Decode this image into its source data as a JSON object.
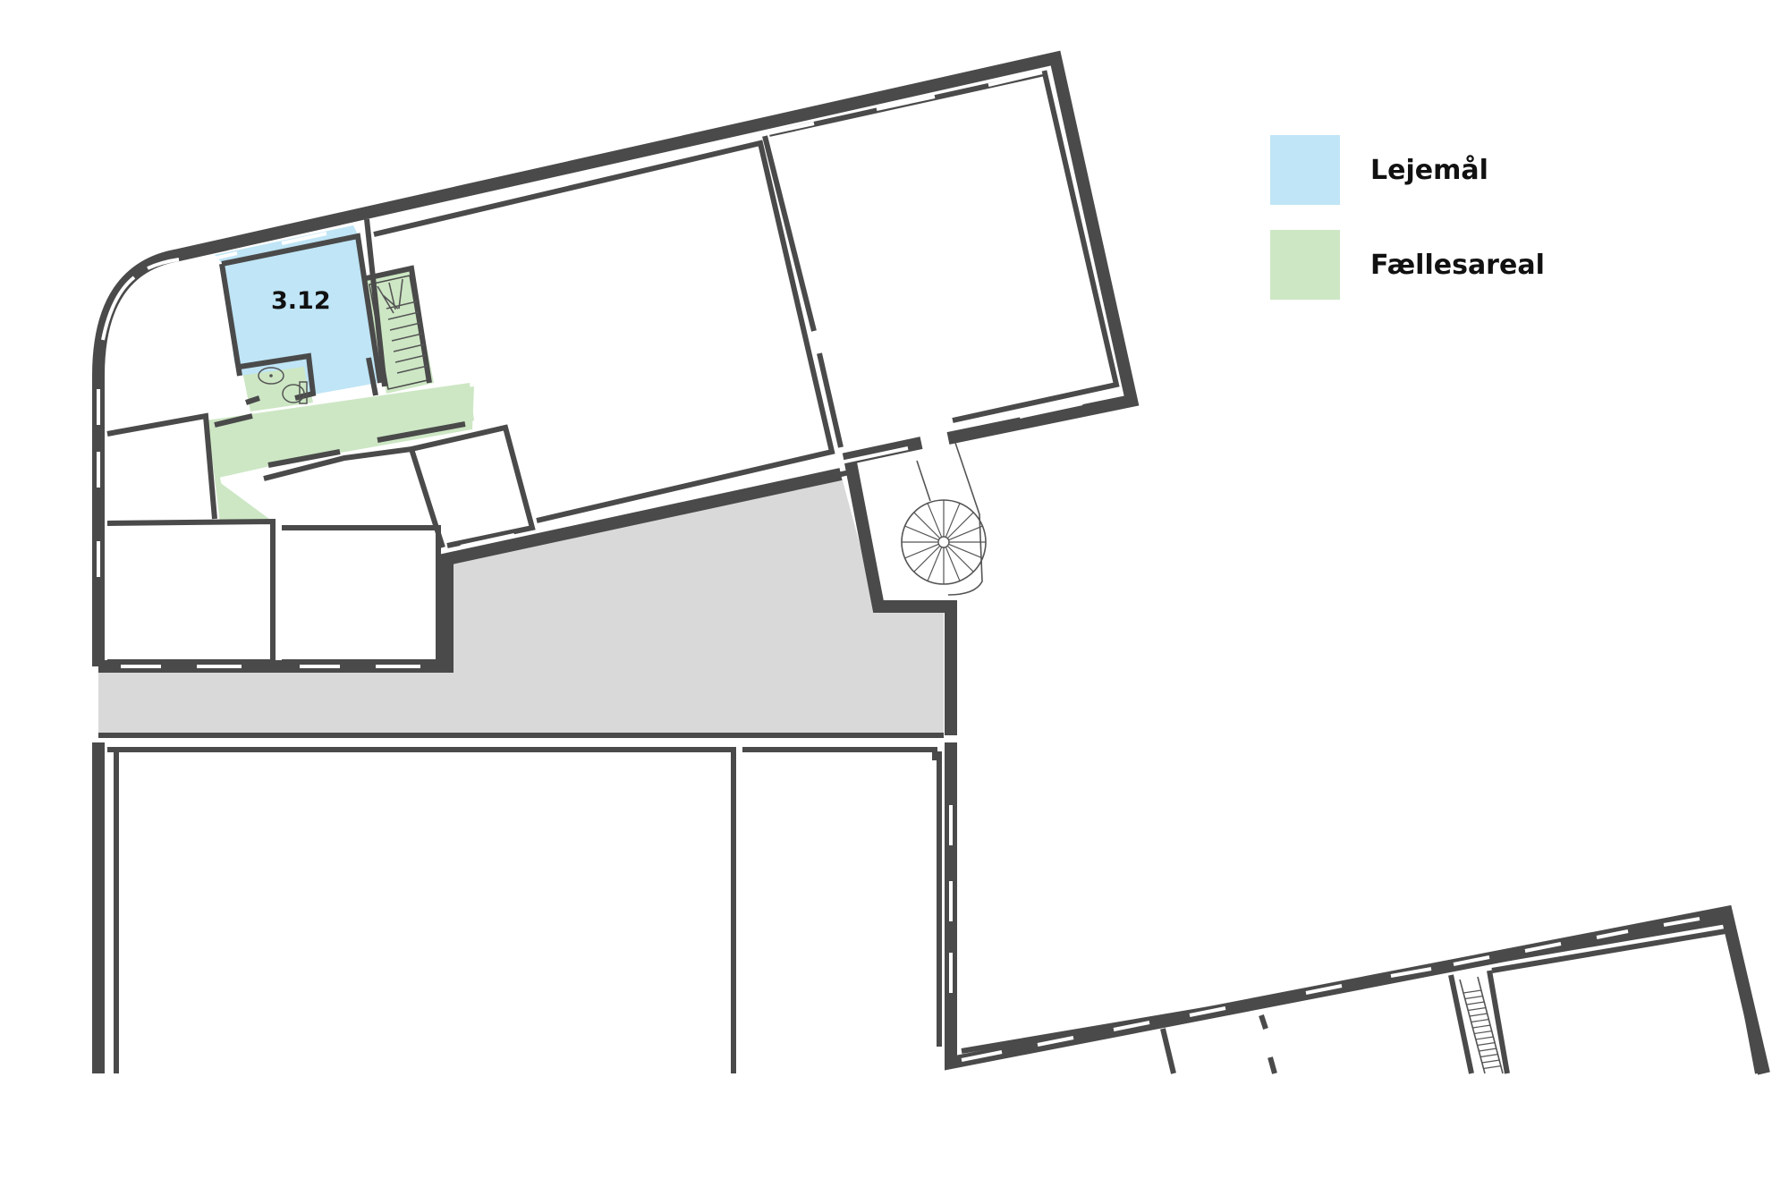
{
  "legend": {
    "items": [
      {
        "label": "Lejemål",
        "color": "#bfe5f6"
      },
      {
        "label": "Fællesareal",
        "color": "#cde7c4"
      }
    ]
  },
  "plan": {
    "unit_label": "3.12",
    "colors": {
      "lease": "#bfe5f6",
      "common": "#cde7c4",
      "courtyard": "#d9d9d9",
      "wall": "#4a4a4a"
    }
  }
}
